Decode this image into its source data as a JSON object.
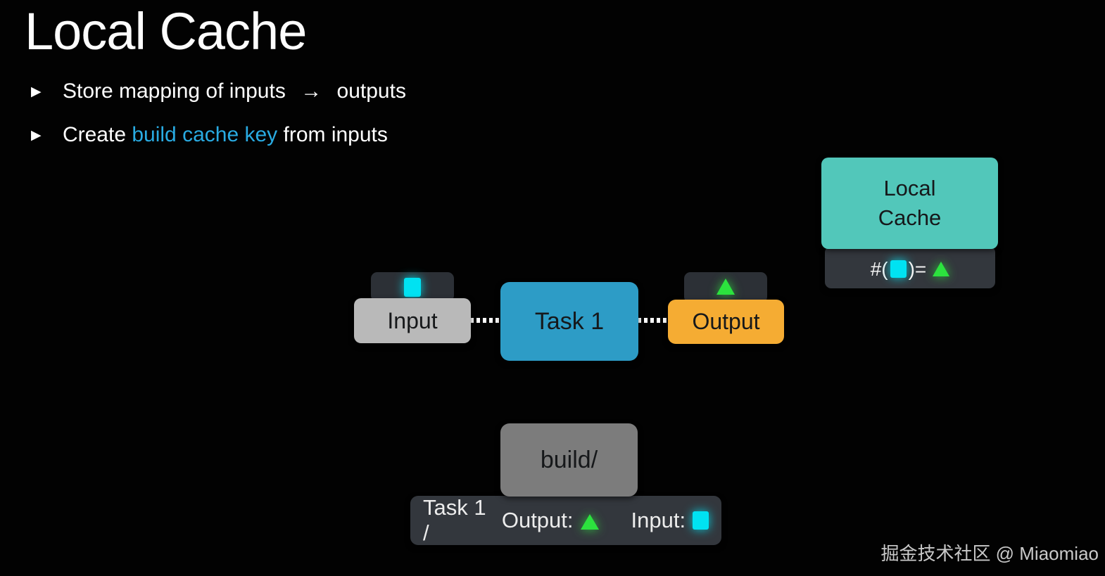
{
  "slide": {
    "title": "Local Cache",
    "bullet_marker": "▶",
    "bullet1": {
      "pre": "Store mapping of inputs",
      "arrow": "→",
      "post": "outputs"
    },
    "bullet2": {
      "pre": "Create",
      "highlight": "build cache key",
      "post": "from inputs"
    }
  },
  "diagram": {
    "input_node": {
      "label": "Input",
      "icon": "cyan-square-icon"
    },
    "task_node": {
      "label": "Task 1"
    },
    "output_node": {
      "label": "Output",
      "icon": "green-triangle-icon"
    },
    "cache_node": {
      "line1": "Local",
      "line2": "Cache",
      "formula_prefix": "#(",
      "formula_equals": ")=",
      "formula_square_icon": "cyan-square-icon",
      "formula_triangle_icon": "green-triangle-icon"
    },
    "build_node": {
      "label": "build/"
    },
    "key_bar": {
      "task_part": "Task 1 /",
      "output_part": "Output:",
      "output_icon": "green-triangle-icon",
      "input_part": "Input:",
      "input_icon": "cyan-square-icon"
    }
  },
  "watermark": "掘金技术社区 @ Miaomiao",
  "colors": {
    "background": "#020202",
    "highlight_blue": "#29abe2",
    "task_blue": "#2d9cc6",
    "output_orange": "#f5ac33",
    "input_gray": "#b9b9b9",
    "build_gray": "#7c7c7c",
    "cache_teal": "#52c7ba",
    "caption_dark": "#33373d",
    "icon_cyan": "#00e2f2",
    "icon_green": "#2ce23e"
  }
}
